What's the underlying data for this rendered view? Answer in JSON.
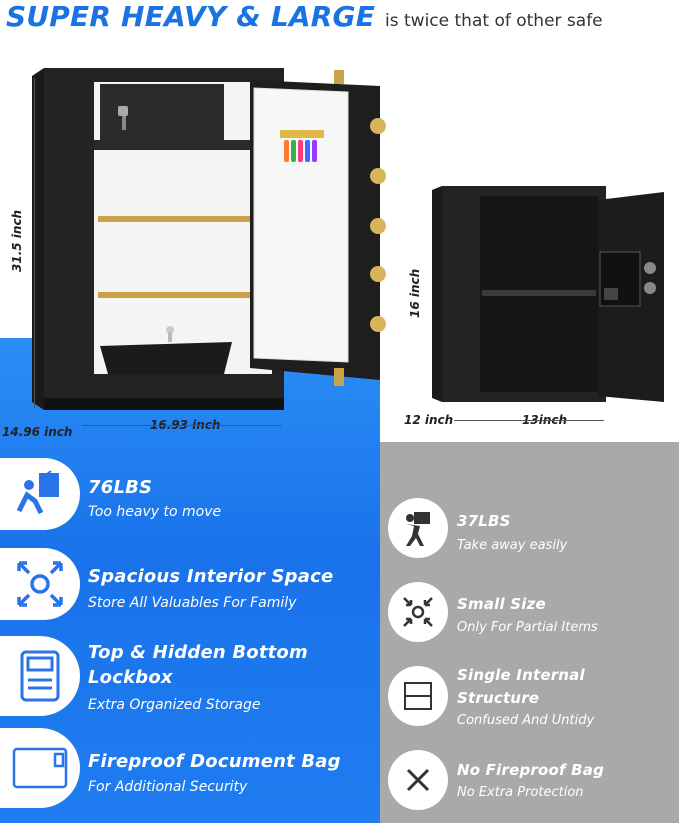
{
  "header": {
    "headline": "SUPER HEAVY & LARGE",
    "subline": "is twice that of other safe"
  },
  "dimensions_large": {
    "height": "31.5 inch",
    "depth": "14.96 inch",
    "width": "16.93 inch"
  },
  "dimensions_small": {
    "height": "16 inch",
    "depth": "12 inch",
    "width": "13inch"
  },
  "features_large": [
    {
      "title": "76LBS",
      "subtitle": "Too heavy to move",
      "icon": "heavy-lift-icon"
    },
    {
      "title": "Spacious Interior Space",
      "subtitle": "Store All Valuables For Family",
      "icon": "expand-arrows-icon"
    },
    {
      "title": "Top & Hidden Bottom",
      "title2": "Lockbox",
      "subtitle": "Extra Organized Storage",
      "icon": "lockbox-icon"
    },
    {
      "title": "Fireproof Document Bag",
      "subtitle": "For Additional Security",
      "icon": "document-bag-icon"
    }
  ],
  "features_small": [
    {
      "title": "37LBS",
      "subtitle": "Take away easily",
      "icon": "carry-box-icon"
    },
    {
      "title": "Small Size",
      "subtitle": "Only For Partial Items",
      "icon": "compress-arrows-icon"
    },
    {
      "title": "Single Internal",
      "title2": "Structure",
      "subtitle": "Confused And Untidy",
      "icon": "single-compartment-icon"
    },
    {
      "title": "No Fireproof Bag",
      "subtitle": "No Extra Protection",
      "icon": "x-mark-icon"
    }
  ],
  "colors": {
    "brand_blue": "#1a73e0",
    "panel_blue": "#1f7df0",
    "panel_gray": "#a8a9ab",
    "gold": "#c9a24a"
  }
}
